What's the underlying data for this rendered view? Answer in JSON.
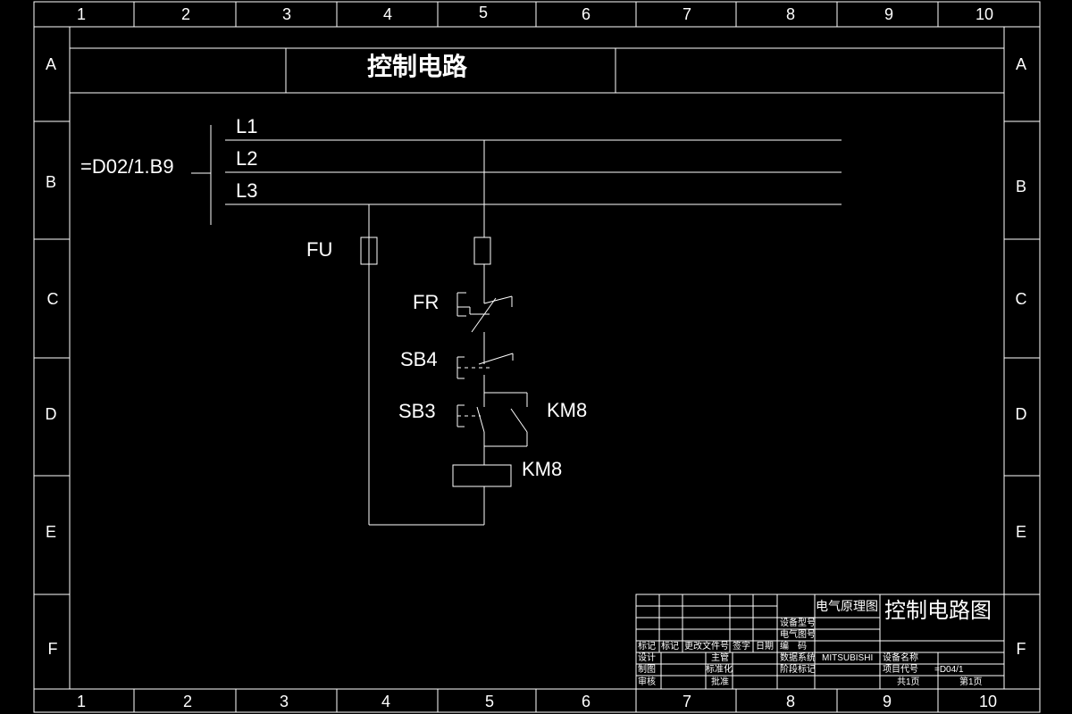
{
  "drawing": {
    "title": "控制电路",
    "columns": [
      "1",
      "2",
      "3",
      "4",
      "5",
      "6",
      "7",
      "8",
      "9",
      "10"
    ],
    "rows": [
      "A",
      "B",
      "C",
      "D",
      "E",
      "F"
    ]
  },
  "circuit": {
    "source_ref": "=D02/1.B9",
    "phases": [
      "L1",
      "L2",
      "L3"
    ],
    "fuse": "FU",
    "overload_relay": "FR",
    "stop_button": "SB4",
    "start_button": "SB3",
    "aux_contact": "KM8",
    "coil": "KM8"
  },
  "title_block": {
    "diagram_kind": "电气原理图",
    "drawing_title": "控制电路图",
    "equipment_model": "设备型号",
    "electrical_no": "电气图号",
    "code_label": "编　码",
    "data_system_label": "数据系统",
    "data_system": "MITSUBISHI",
    "equipment_name_label": "设备名称",
    "stage_mark_label": "阶段标记",
    "project_code_label": "项目代号",
    "project_code": "=D04/1",
    "sheets_total": "共1页",
    "sheet_current": "第1页",
    "rev_headers": [
      "标记",
      "标记",
      "更改文件号",
      "签字",
      "日期"
    ],
    "design": "设计",
    "drawing": "制图",
    "review": "审核",
    "supervisor": "主管",
    "standardization": "标准化",
    "approval": "批准"
  }
}
